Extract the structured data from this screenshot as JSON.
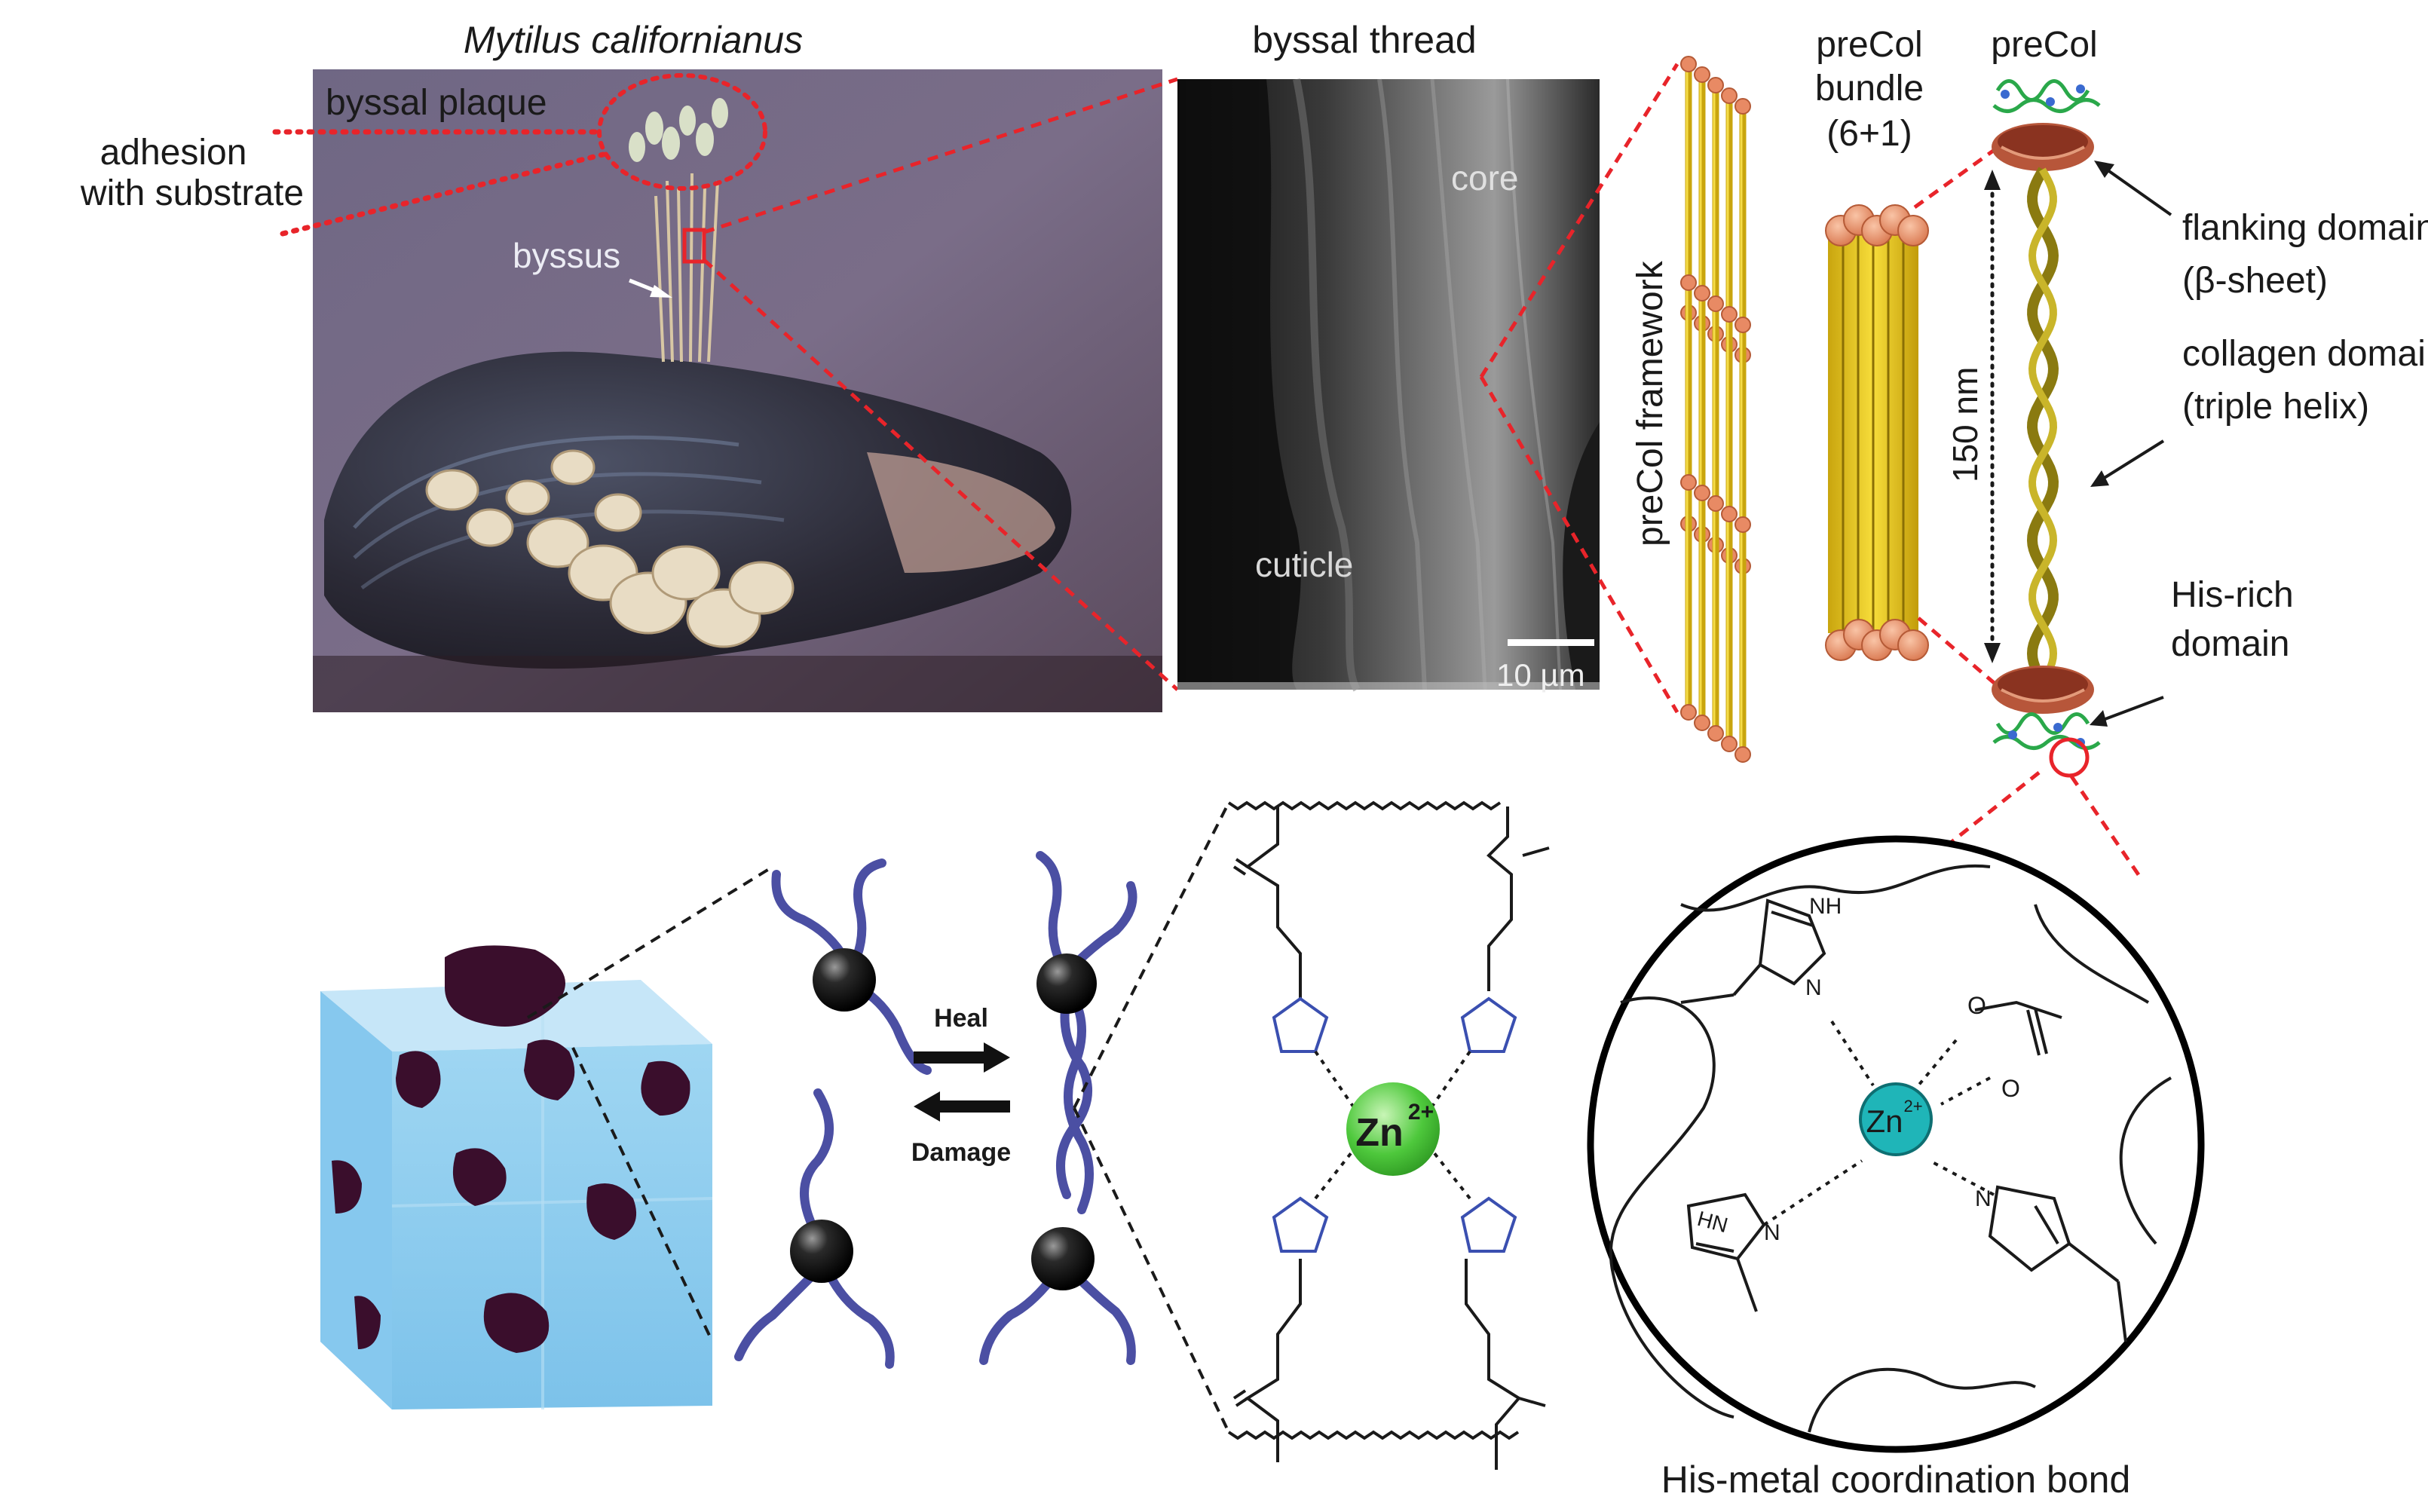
{
  "top": {
    "species_title": "Mytilus californianus",
    "byssal_plaque": "byssal plaque",
    "adhesion_line1": "adhesion",
    "adhesion_line2": "with substrate",
    "byssus": "byssus",
    "byssal_thread_title": "byssal thread",
    "core": "core",
    "cuticle": "cuticle",
    "scale_bar": "10 µm",
    "precol_framework": "preCol framework",
    "precol_bundle_line1": "preCol",
    "precol_bundle_line2": "bundle",
    "precol_bundle_line3": "(6+1)",
    "precol_title": "preCol",
    "flanking_line1": "flanking domain",
    "flanking_line2": "(β-sheet)",
    "collagen_line1": "collagen domain",
    "collagen_line2": "(triple helix)",
    "length": "150 nm",
    "his_line1": "His-rich",
    "his_line2": "domain"
  },
  "bottom": {
    "heal": "Heal",
    "damage": "Damage",
    "zn": "Zn",
    "zn_charge": "2+",
    "nh": "NH",
    "hn": "HN",
    "n": "N",
    "o": "O",
    "caption": "His-metal coordination bond"
  },
  "colors": {
    "red_dash": "#e8242a",
    "rod_yellow": "#f2cf1a",
    "bead_salmon": "#f0a07a",
    "chain_blue": "#4b4fa3",
    "zn_green": "#4ec83c",
    "zn_teal": "#1fb5b8",
    "imidazole_blue": "#3a4fb0"
  }
}
